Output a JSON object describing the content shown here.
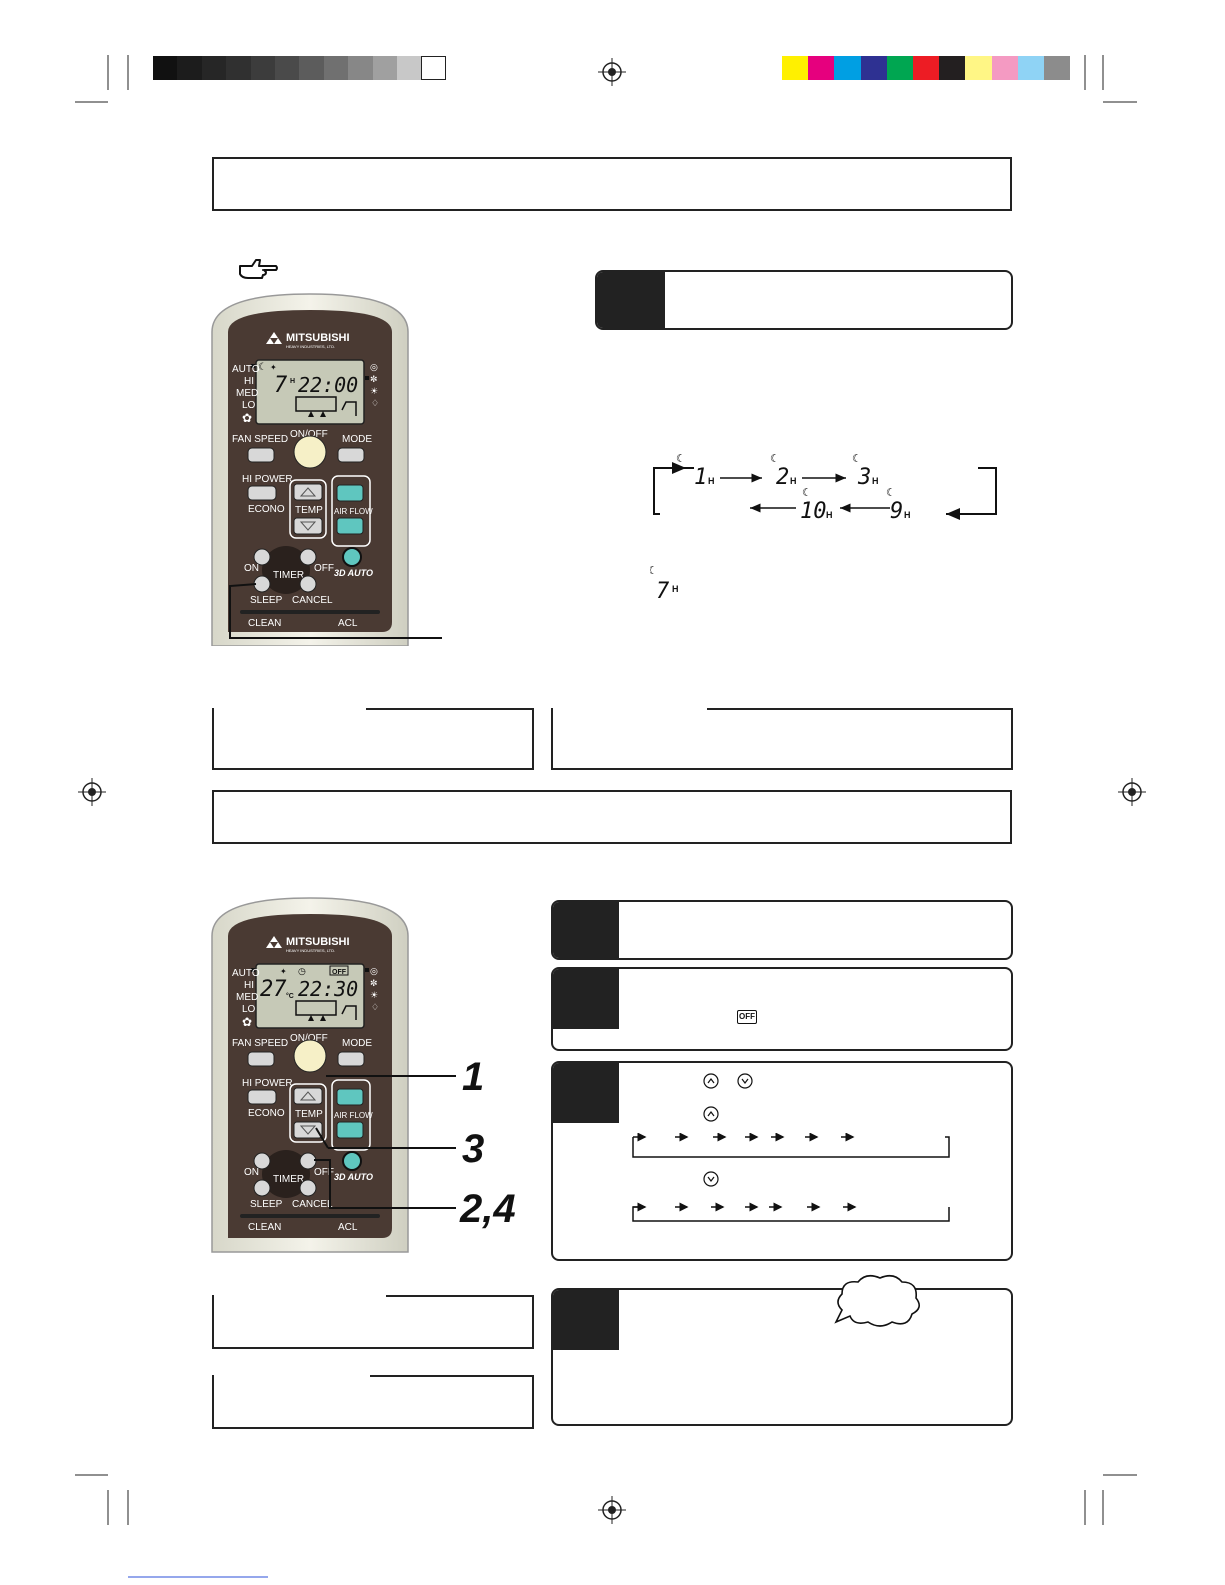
{
  "color_bar": {
    "gray": [
      "#111111",
      "#1c1c1c",
      "#262626",
      "#303030",
      "#3c3c3c",
      "#4a4a4a",
      "#5c5c5c",
      "#707070",
      "#878787",
      "#a0a0a0",
      "#c8c8c8",
      "#ffffff"
    ],
    "color": [
      "#fff000",
      "#e6007e",
      "#009fe3",
      "#2e3192",
      "#00a651",
      "#ed1c24",
      "#231f20",
      "#fff685",
      "#f49ac2",
      "#8fd3f5",
      "#8c8c8c"
    ]
  },
  "remote_top": {
    "brand": "MITSUBISHI",
    "brand_sub": "HEAVY INDUSTRIES, LTD.",
    "fan_modes": [
      "AUTO",
      "HI",
      "MED",
      "LO"
    ],
    "lcd_hours": "7",
    "lcd_hour_unit": "H",
    "lcd_time": "22:00",
    "buttons": {
      "fan_speed": "FAN SPEED",
      "on_off": "ON/OFF",
      "mode": "MODE",
      "hi_power": "HI POWER",
      "econo": "ECONO",
      "temp": "TEMP",
      "air_flow": "AIR FLOW",
      "on": "ON",
      "timer": "TIMER",
      "off": "OFF",
      "auto3d": "3D AUTO",
      "sleep": "SLEEP",
      "cancel": "CANCEL",
      "clean": "CLEAN",
      "acl": "ACL"
    }
  },
  "remote_bottom": {
    "brand": "MITSUBISHI",
    "brand_sub": "HEAVY INDUSTRIES, LTD.",
    "fan_modes": [
      "AUTO",
      "HI",
      "MED",
      "LO"
    ],
    "lcd_temp": "27",
    "lcd_temp_unit": "°C",
    "lcd_time": "22:30",
    "lcd_off_badge": "OFF",
    "callouts": [
      "1",
      "3",
      "2,4"
    ]
  },
  "sleep_cycle": {
    "hour_unit": "H",
    "sequence_top": [
      "1",
      "2",
      "3"
    ],
    "sequence_bottom": [
      "10",
      "9"
    ],
    "current": "7"
  },
  "step2_badge": "OFF"
}
